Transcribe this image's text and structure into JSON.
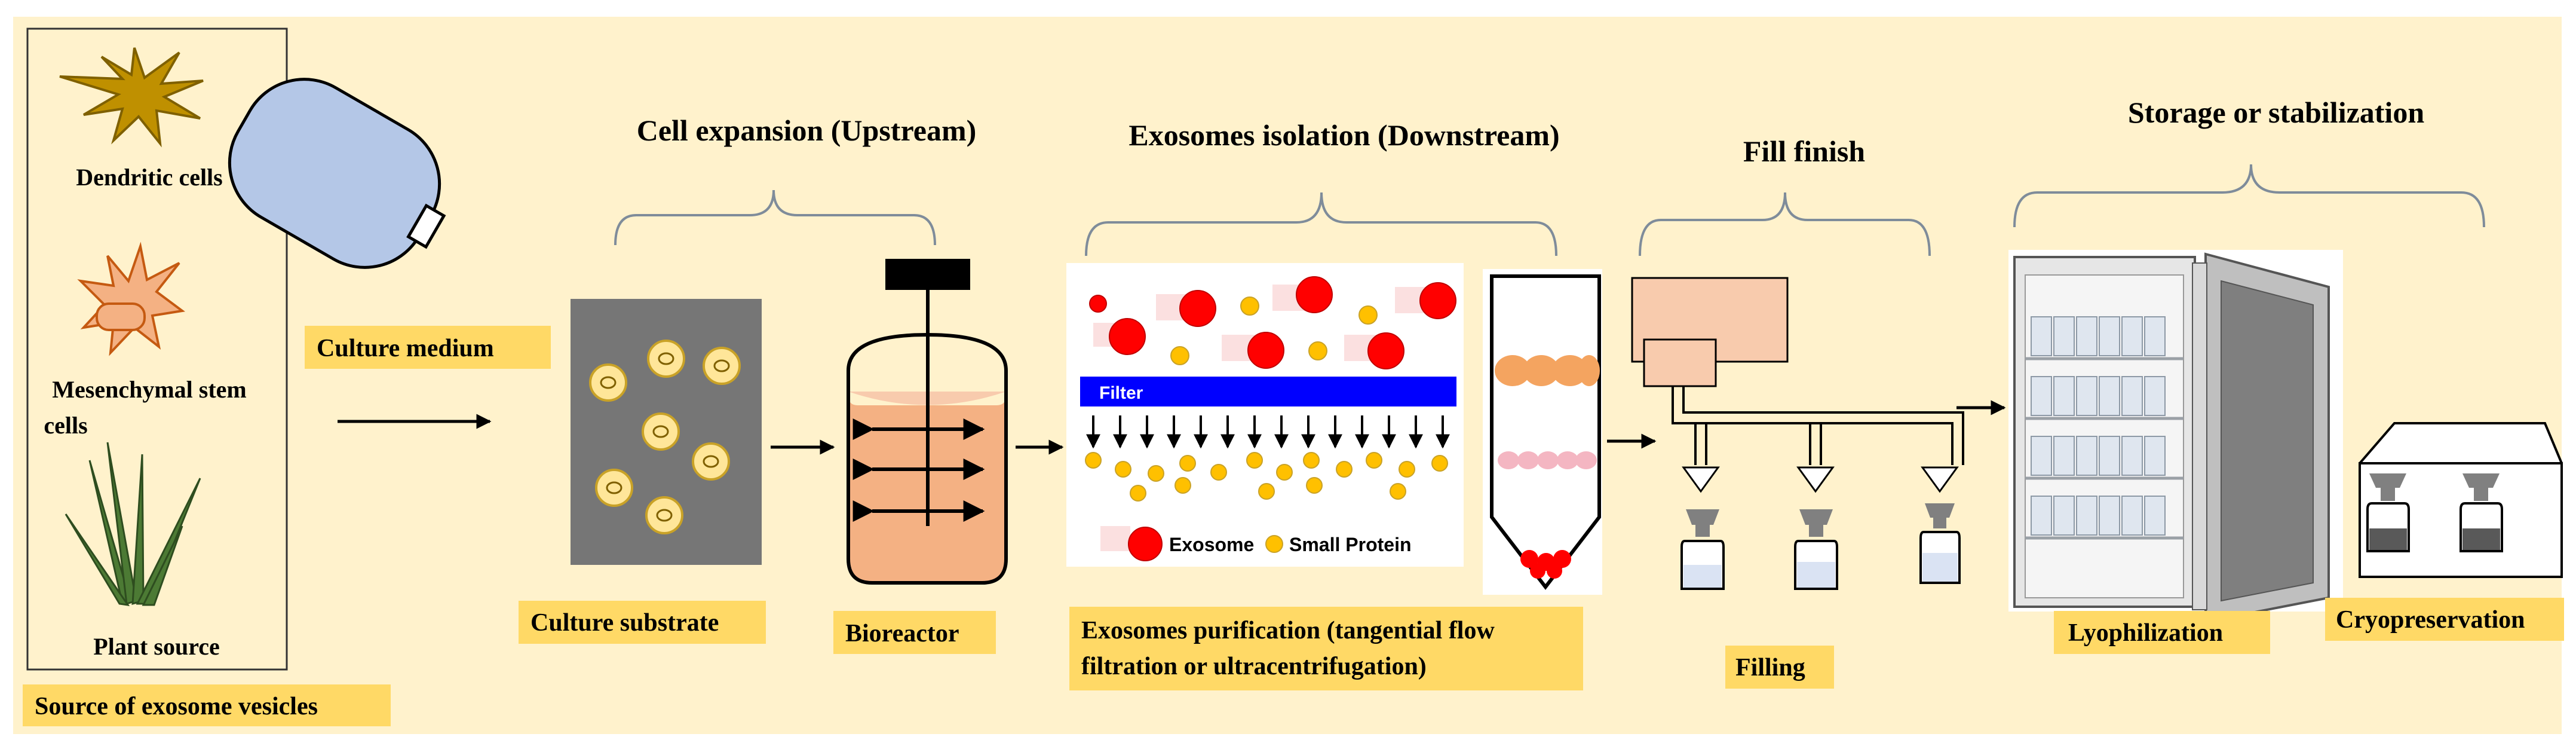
{
  "source": {
    "dendritic": "Dendritic cells",
    "msc_line1": "Mesenchymal stem",
    "msc_line2": "cells",
    "plant": "Plant source",
    "label": "Source of exosome vesicles"
  },
  "upstream": {
    "title": "Cell expansion (Upstream)",
    "culture_medium": "Culture medium",
    "culture_substrate": "Culture substrate",
    "bioreactor": "Bioreactor"
  },
  "downstream": {
    "title": "Exosomes isolation (Downstream)",
    "filter": "Filter",
    "legend_exosome": "Exosome",
    "legend_small_protein": "Small Protein",
    "purification_line1": "Exosomes purification (tangential flow",
    "purification_line2": "filtration or ultracentrifugation)"
  },
  "fill_finish": {
    "title": "Fill finish",
    "filling": "Filling"
  },
  "storage": {
    "title": "Storage or stabilization",
    "lyophilization": "Lyophilization",
    "cryopreservation": "Cryopreservation"
  },
  "colors": {
    "background": "#fff2cc",
    "label_box": "#ffd966",
    "exosome": "#ff0000",
    "small_protein": "#ffc000",
    "filter_bar": "#0000ff",
    "substrate": "#767676",
    "bioreactor_medium": "#f4b183",
    "medium_bag": "#b4c7e7",
    "fill_tank": "#f8cbad",
    "dendritic": "#bf9000",
    "msc": "#f4b183",
    "plant": "#4c7a34"
  }
}
